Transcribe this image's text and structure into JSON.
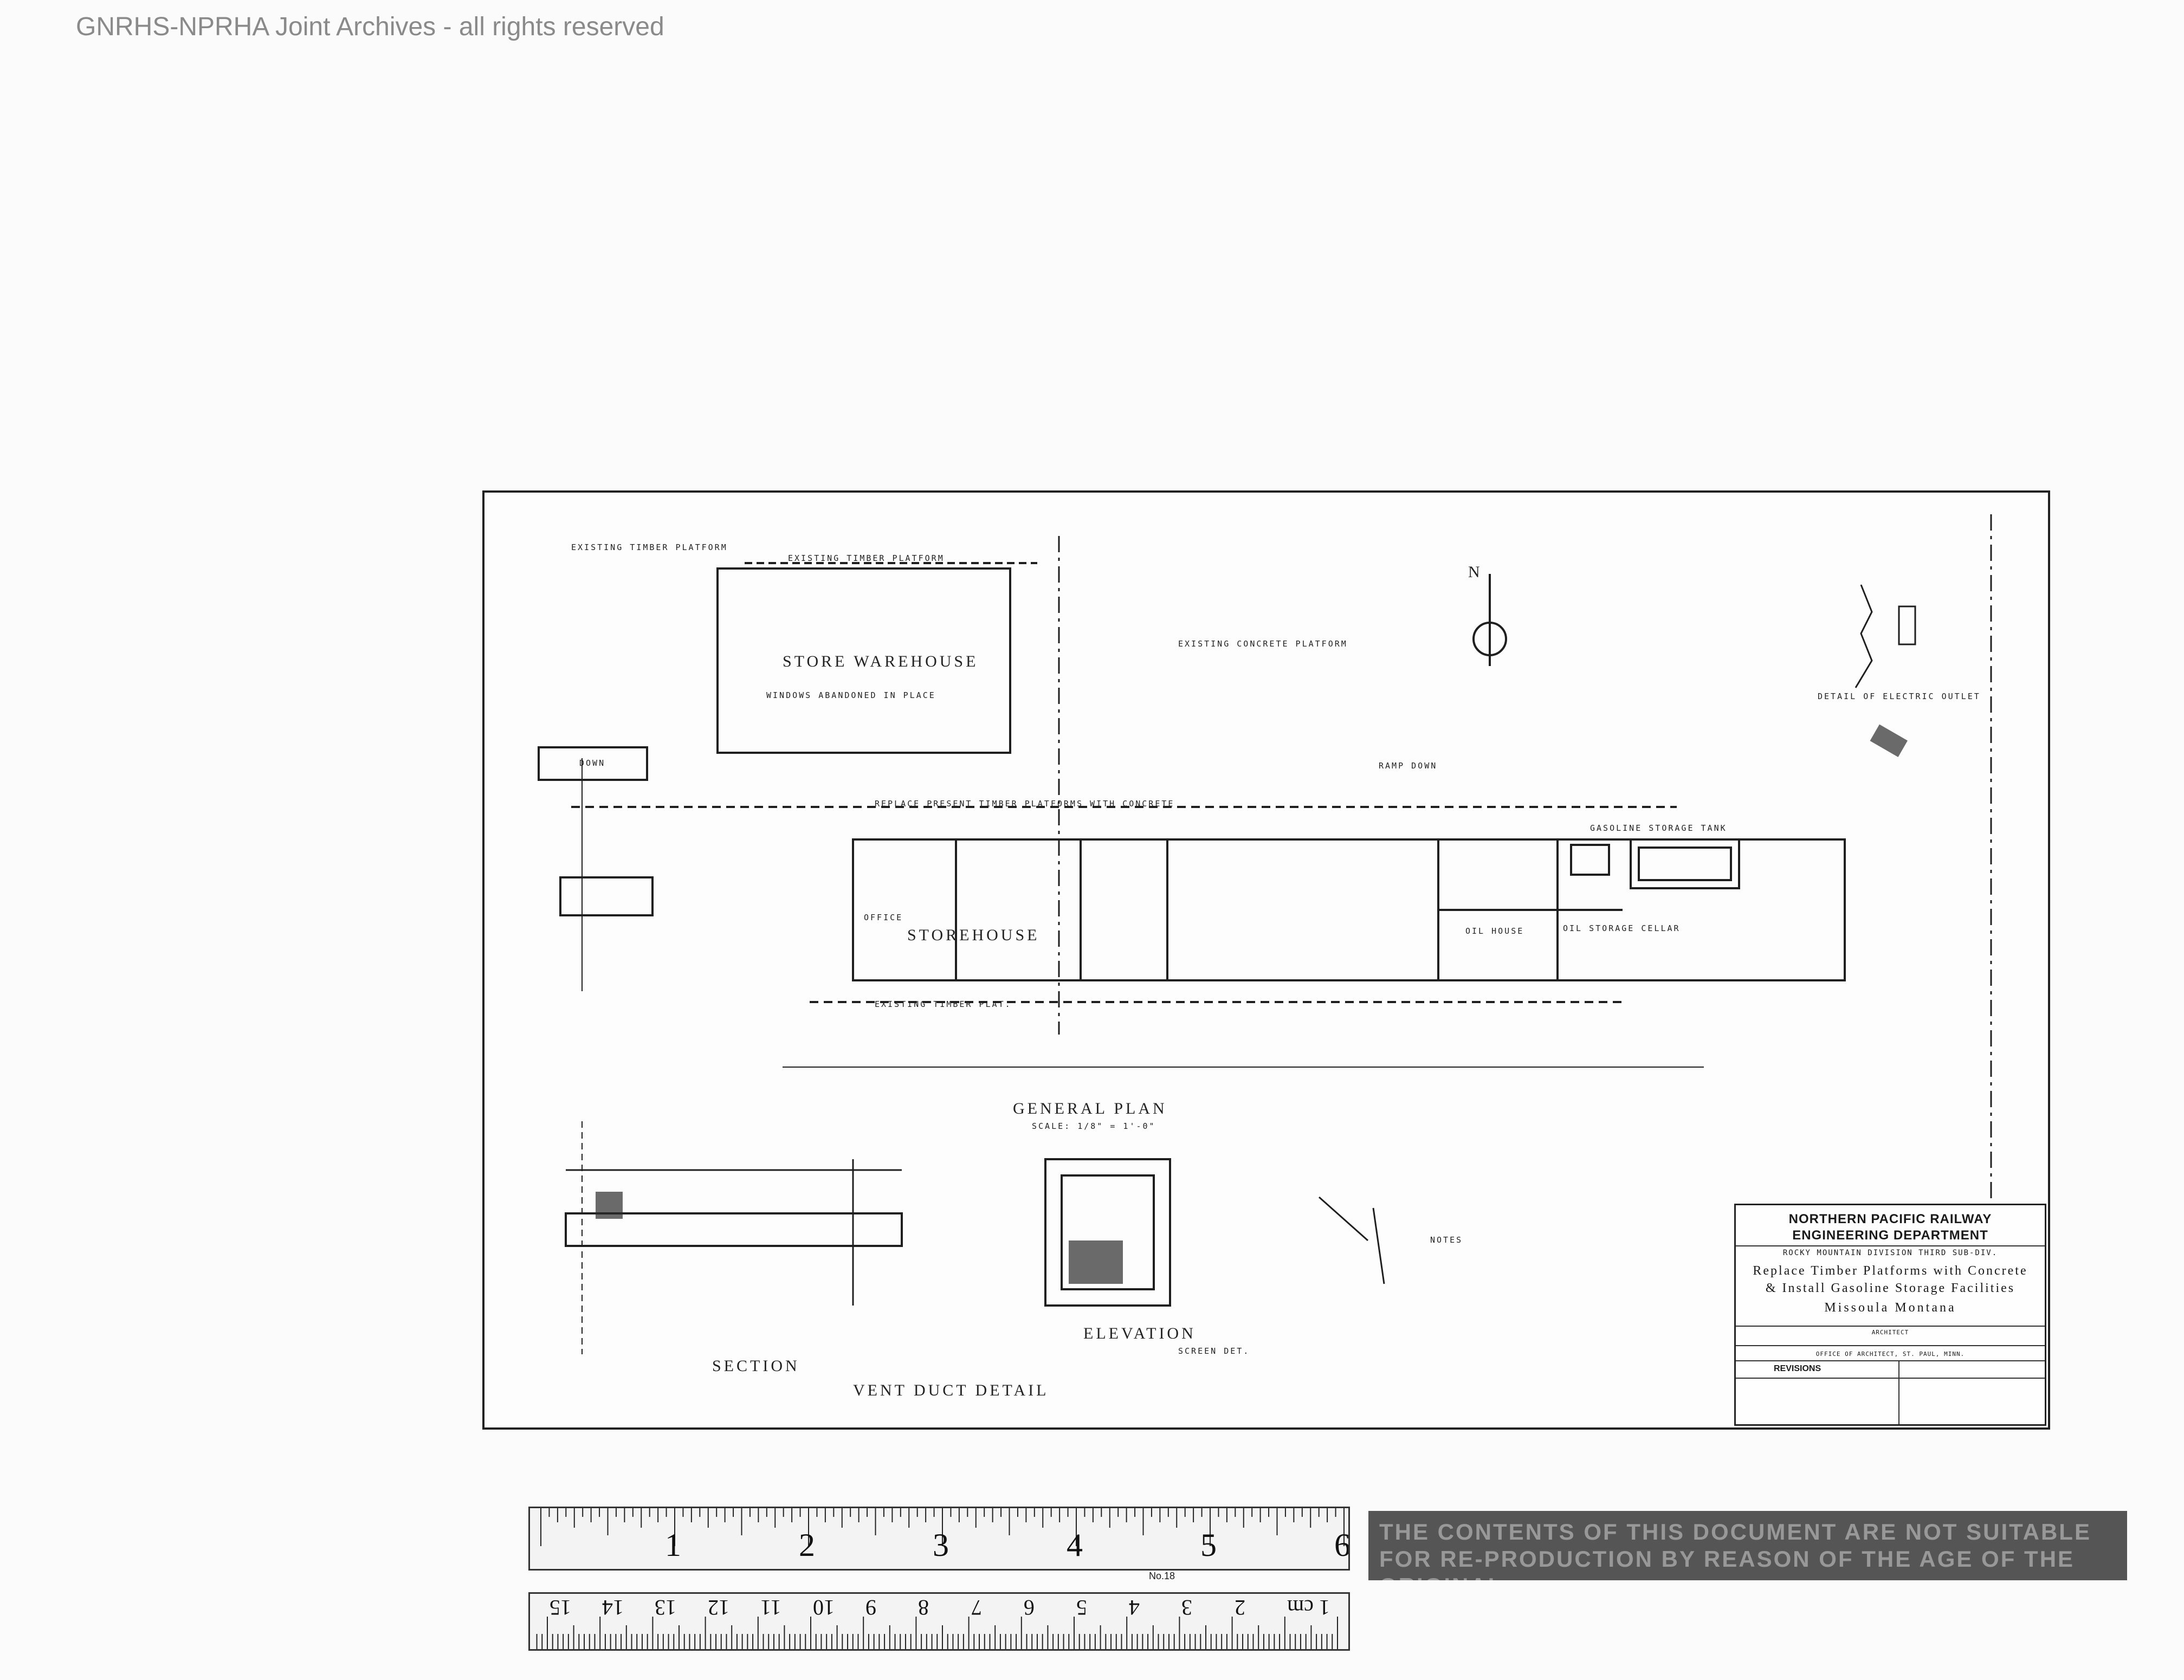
{
  "watermark": "GNRHS-NPRHA Joint Archives - all rights reserved",
  "drawing": {
    "labels": {
      "existing_timber_platform": "Existing Timber Platform",
      "store_warehouse": "Store Warehouse",
      "windows_abandoned": "Windows Abandoned in Place",
      "existing_concrete_platform": "Existing Concrete Platform",
      "down": "Down",
      "storehouse": "Storehouse",
      "office": "Office",
      "oil_house": "Oil House",
      "oil_storage_cellar": "Oil Storage Cellar",
      "replace_timber_platform": "Replace Present Timber Platforms with Concrete",
      "existing_timber_plat": "Existing Timber Plat.",
      "ramp_down": "Ramp Down",
      "gasoline_storage_tank": "Gasoline Storage Tank",
      "north_arrow": "N"
    },
    "general_plan_title": "General Plan",
    "general_plan_scale": "Scale: 1/8\" = 1'-0\"",
    "vent_duct_title": "Vent Duct Detail",
    "section_label": "Section",
    "elevation_label": "Elevation",
    "screen_label": "Screen Det.",
    "notes_title": "Notes",
    "detail_electric_outlet": "Detail of Electric Outlet"
  },
  "title_block": {
    "company": "NORTHERN PACIFIC RAILWAY",
    "department": "ENGINEERING DEPARTMENT",
    "division": "ROCKY MOUNTAIN DIVISION THIRD SUB-DIV.",
    "title_line1": "Replace Timber Platforms with Concrete",
    "title_line2": "& Install Gasoline Storage Facilities",
    "location": "Missoula Montana",
    "architect": "ARCHITECT",
    "office": "OFFICE OF ARCHITECT, ST. PAUL, MINN.",
    "revisions": "REVISIONS"
  },
  "ruler_inches": [
    "1",
    "2",
    "3",
    "4",
    "5",
    "6"
  ],
  "ruler_cm": [
    "1 cm",
    "2",
    "3",
    "4",
    "5",
    "6",
    "7",
    "8",
    "9",
    "10",
    "11",
    "12",
    "13",
    "14",
    "15"
  ],
  "ruler_model": "No.18",
  "notice_text": "THE CONTENTS OF THIS DOCUMENT ARE NOT SUITABLE FOR RE-PRODUCTION BY REASON OF THE AGE OF THE ORIGINAL"
}
